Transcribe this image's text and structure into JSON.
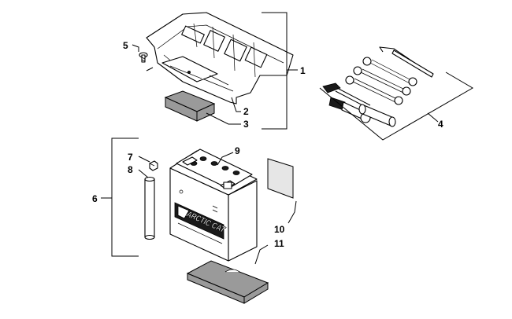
{
  "callouts": {
    "c1": "1",
    "c2": "2",
    "c3": "3",
    "c4": "4",
    "c5": "5",
    "c6": "6",
    "c7": "7",
    "c8": "8",
    "c9": "9",
    "c10": "10",
    "c11": "11"
  },
  "battery_logo": {
    "brand": "ARCTIC CAT"
  }
}
